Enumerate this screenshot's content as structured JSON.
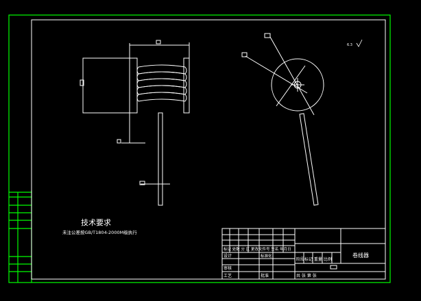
{
  "colors": {
    "background": "#000000",
    "frame": "#00ff00",
    "lines": "#ffffff"
  },
  "notes": {
    "title": "技术要求",
    "body": "未注公差按GB/T1804-2000M级执行"
  },
  "annotations": {
    "surface_mark": "6.3"
  },
  "title_block": {
    "header_row": "标记 处数 分 区 更改文件号 签名 年月日",
    "design": "设计",
    "standardization": "标准化",
    "review": "审核",
    "process": "工艺",
    "approve": "批准",
    "stage_scale_row": "阶段标记 重量 比例",
    "sheets_row": "共 张 第 张",
    "drawing_name": "卷线器"
  }
}
